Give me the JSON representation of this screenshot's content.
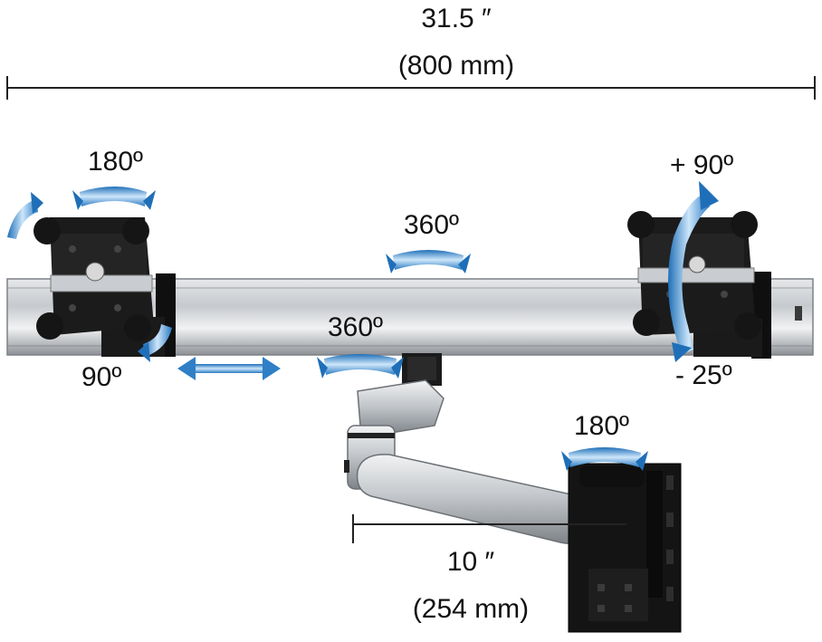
{
  "dimensions": {
    "overall_length": "31.5 ″",
    "overall_length_metric": "(800 mm)",
    "arm_reach": "10 ″",
    "arm_reach_metric": "(254 mm)"
  },
  "rotation_labels": {
    "left_mount_swivel": "180º",
    "left_mount_rotation": "90º",
    "bar_swivel": "360º",
    "arm_joint_swivel": "360º",
    "wall_plate_swivel": "180º",
    "right_mount_tilt_up": "+ 90º",
    "right_mount_tilt_down": "- 25º"
  },
  "colors": {
    "arrow_blue": "#2f7fc6",
    "arrow_highlight": "#b9dcf6",
    "aluminum": "#c9ccd0",
    "mount_black": "#141414"
  },
  "icons": [
    "curved-swivel-arrow-icon",
    "double-headed-slide-arrow-icon",
    "tilt-arrow-icon"
  ]
}
